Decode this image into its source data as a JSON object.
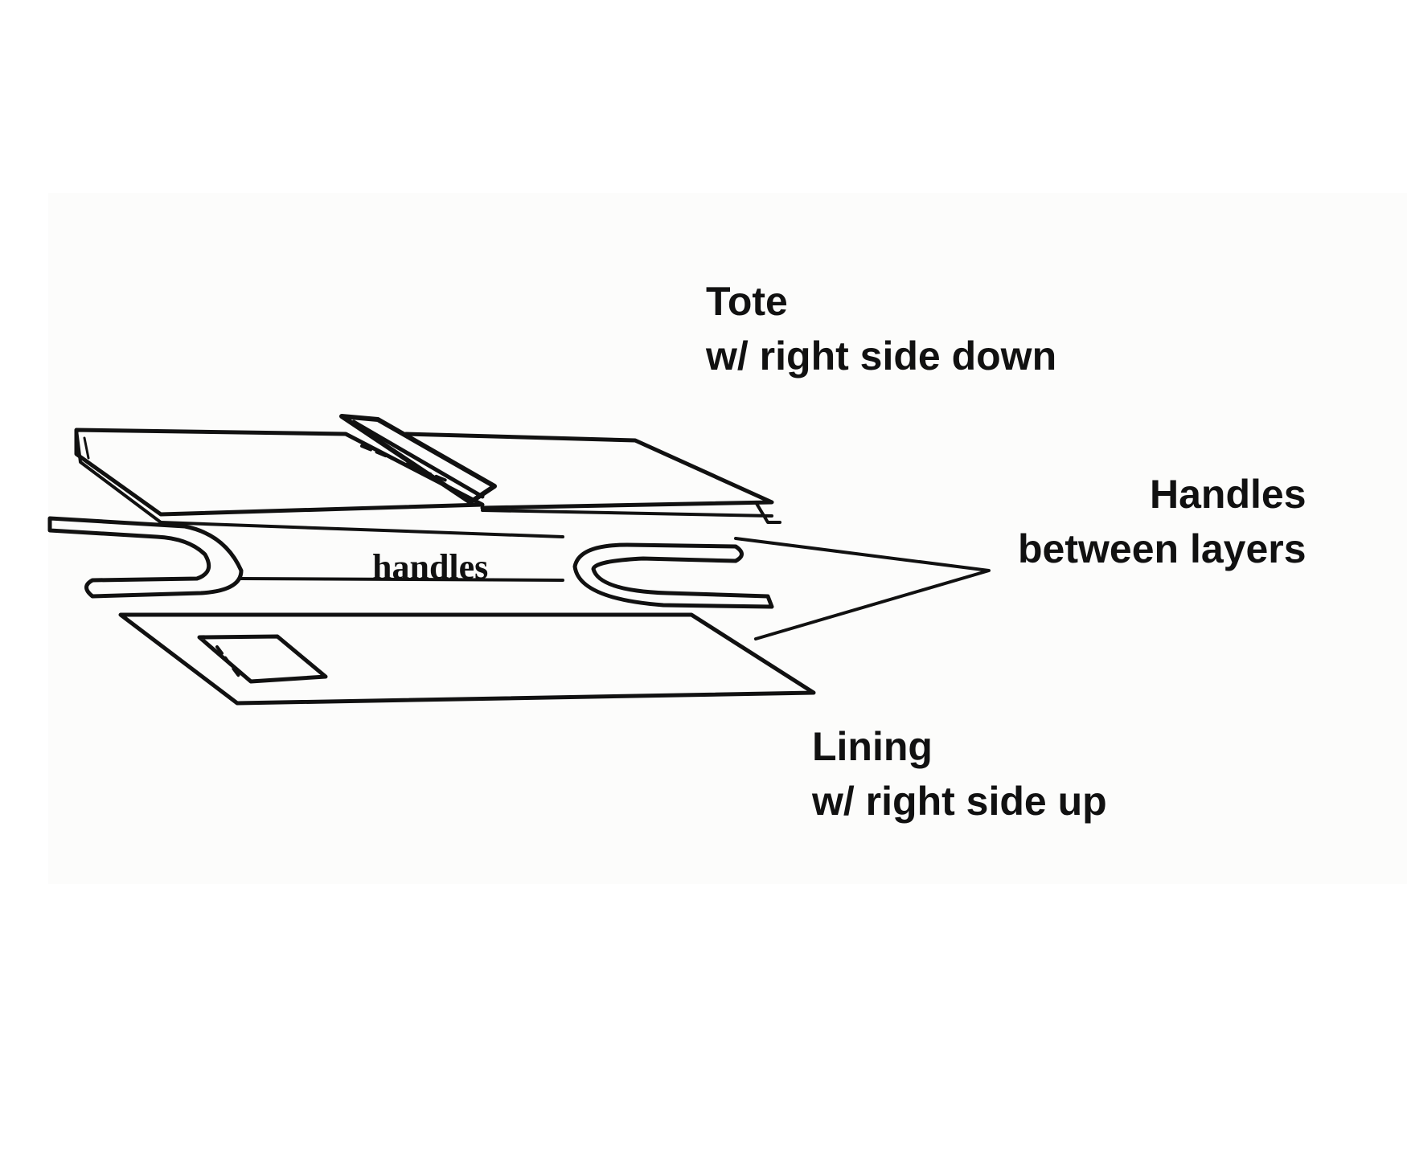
{
  "labels": {
    "tote_line1": "Tote",
    "tote_line2": "w/ right side down",
    "handles_line1": "Handles",
    "handles_line2": "between layers",
    "lining_line1": "Lining",
    "lining_line2": "w/ right side up",
    "handles_inline": "handles"
  },
  "colors": {
    "ink": "#111111",
    "background": "#ffffff"
  }
}
